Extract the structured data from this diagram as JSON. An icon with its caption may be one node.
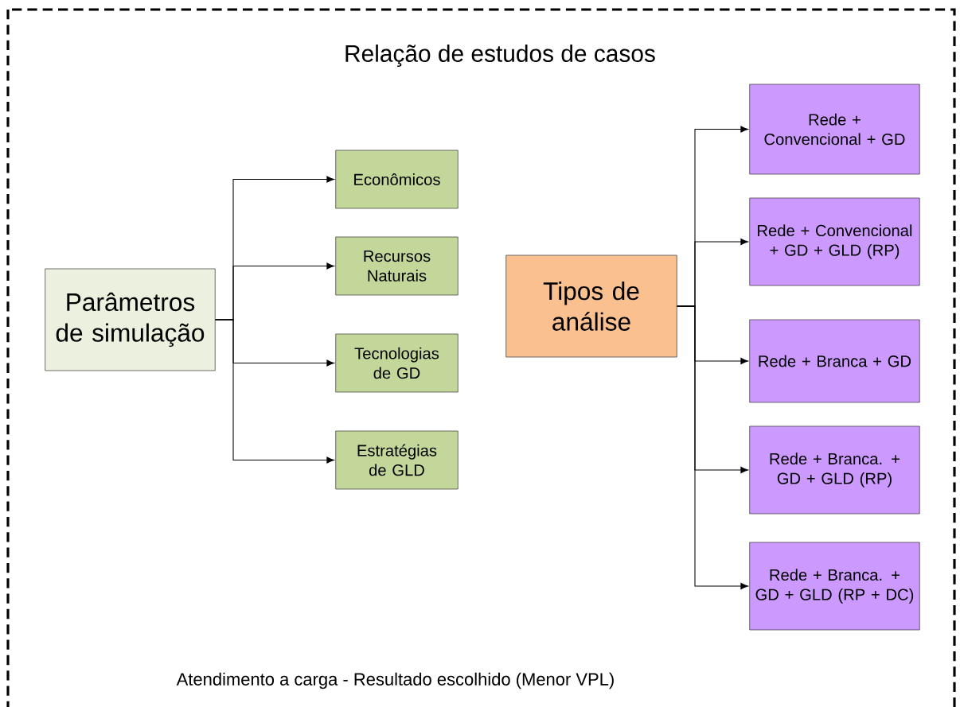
{
  "diagram": {
    "title": "Relação de estudos de casos",
    "caption": "Atendimento a carga - Resultado escolhido (Menor VPL)",
    "nodes": [
      {
        "text": [
          "Parâmetros de simulação"
        ]
      },
      {
        "text": [
          "Econômicos"
        ]
      },
      {
        "text": [
          "Recursos Naturais"
        ]
      },
      {
        "text": [
          "Tecnologias de GD"
        ]
      },
      {
        "text": [
          "Estratégias de GLD"
        ]
      },
      {
        "text": [
          "Tipos de análise"
        ]
      },
      {
        "text": [
          "Rede + Convencional + GD"
        ]
      },
      {
        "text": [
          "Rede + Convencional + GD + GLD (RP)"
        ]
      },
      {
        "text": [
          "Rede + Branca + GD"
        ]
      },
      {
        "text": [
          "Rede + Branca. + GD + GLD (RP)"
        ]
      },
      {
        "text": [
          "Rede + Branca. + GD + GLD (RP + DC)"
        ]
      }
    ],
    "edges": [
      {
        "from": 0,
        "to": 1,
        "arrow": "to"
      },
      {
        "from": 0,
        "to": 2,
        "arrow": "to"
      },
      {
        "from": 0,
        "to": 3,
        "arrow": "to"
      },
      {
        "from": 0,
        "to": 4,
        "arrow": "to"
      },
      {
        "from": 5,
        "to": 6,
        "arrow": "to"
      },
      {
        "from": 5,
        "to": 7,
        "arrow": "to"
      },
      {
        "from": 5,
        "to": 8,
        "arrow": "to"
      },
      {
        "from": 5,
        "to": 9,
        "arrow": "to"
      },
      {
        "from": 5,
        "to": 10,
        "arrow": "to"
      }
    ]
  }
}
